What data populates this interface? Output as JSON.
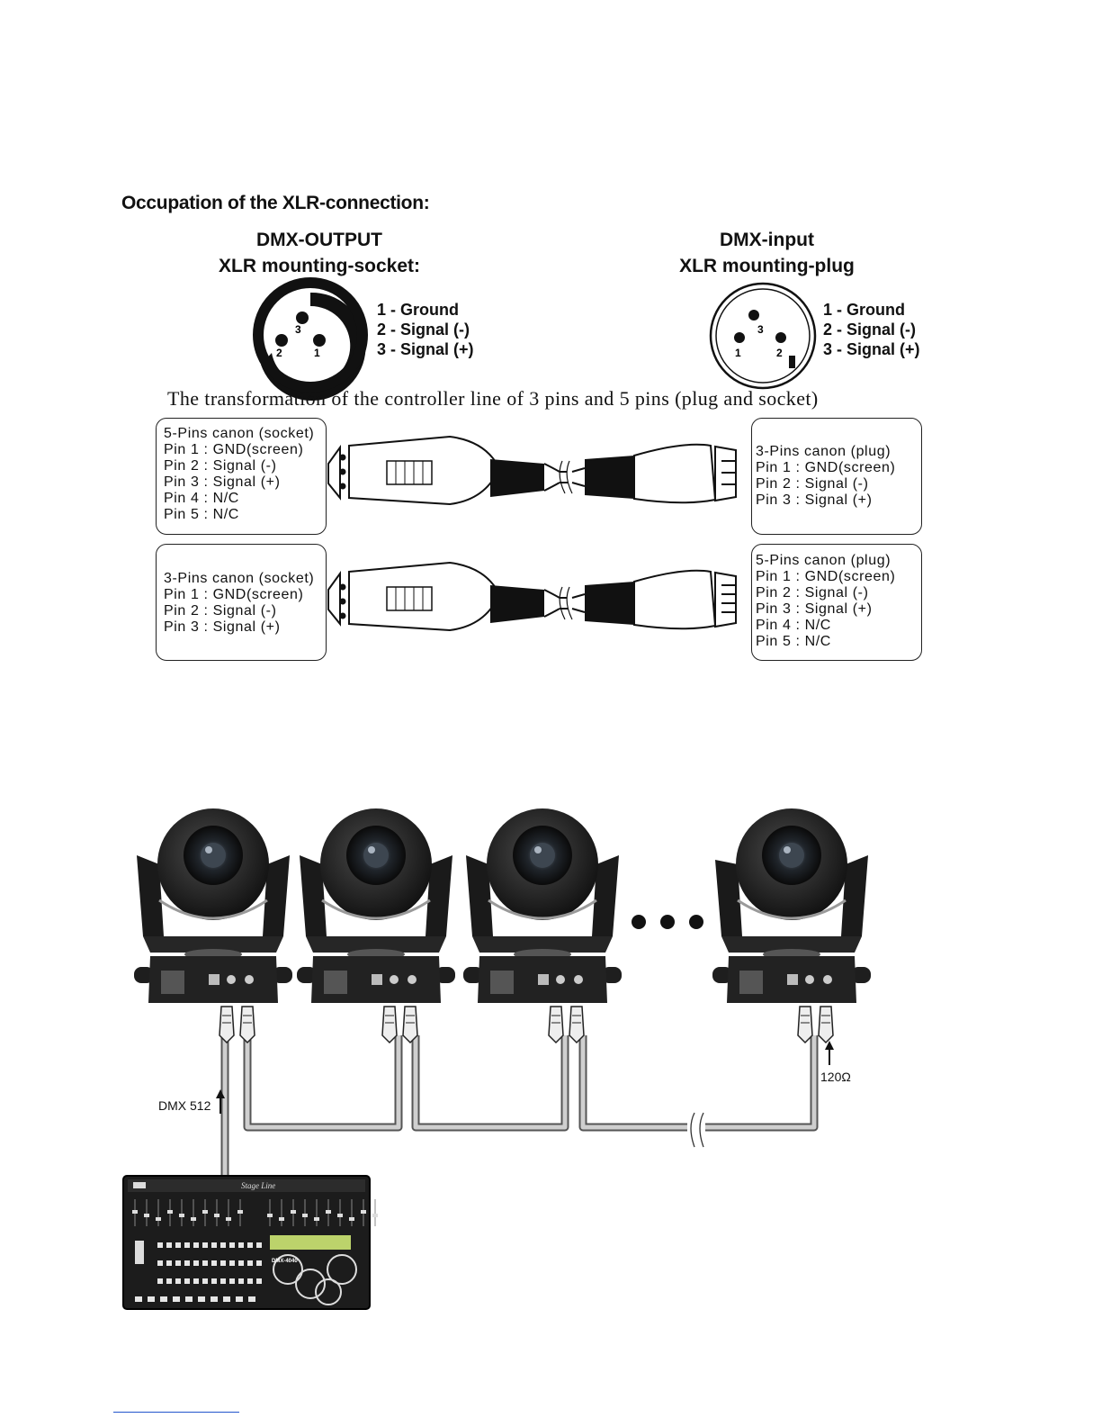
{
  "heading": "Occupation of the XLR-connection:",
  "output": {
    "title_line1": "DMX-OUTPUT",
    "title_line2": "XLR mounting-socket:",
    "pins": [
      "1 - Ground",
      "2 - Signal (-)",
      "3 - Signal (+)"
    ],
    "pin_numbers": [
      "3",
      "2",
      "1"
    ]
  },
  "input": {
    "title_line1": "DMX-input",
    "title_line2": "XLR mounting-plug",
    "pins": [
      "1 - Ground",
      "2 - Signal (-)",
      "3 - Signal (+)"
    ],
    "pin_numbers": [
      "3",
      "1",
      "2"
    ]
  },
  "transformation_caption": "The transformation of the controller line of 3 pins and 5 pins (plug and socket)",
  "adapter1": {
    "left": [
      "5-Pins canon (socket)",
      "Pin 1 : GND(screen)",
      "Pin 2 : Signal (-)",
      "Pin 3 : Signal (+)",
      "Pin 4 : N/C",
      "Pin 5 : N/C"
    ],
    "right": [
      "3-Pins canon (plug)",
      "Pin 1 : GND(screen)",
      "Pin 2 : Signal (-)",
      "Pin 3 : Signal (+)"
    ]
  },
  "adapter2": {
    "left": [
      "3-Pins canon (socket)",
      "Pin 1 : GND(screen)",
      "Pin 2 : Signal (-)",
      "Pin 3 : Signal (+)"
    ],
    "right": [
      "5-Pins canon (plug)",
      "Pin 1 : GND(screen)",
      "Pin 2 : Signal (-)",
      "Pin 3 : Signal (+)",
      "Pin 4 : N/C",
      "Pin 5 : N/C"
    ]
  },
  "chain": {
    "dmx_label": "DMX 512",
    "terminator_label": "120Ω",
    "controller_brand": "Stage Line",
    "controller_model": "DMX-4040"
  }
}
